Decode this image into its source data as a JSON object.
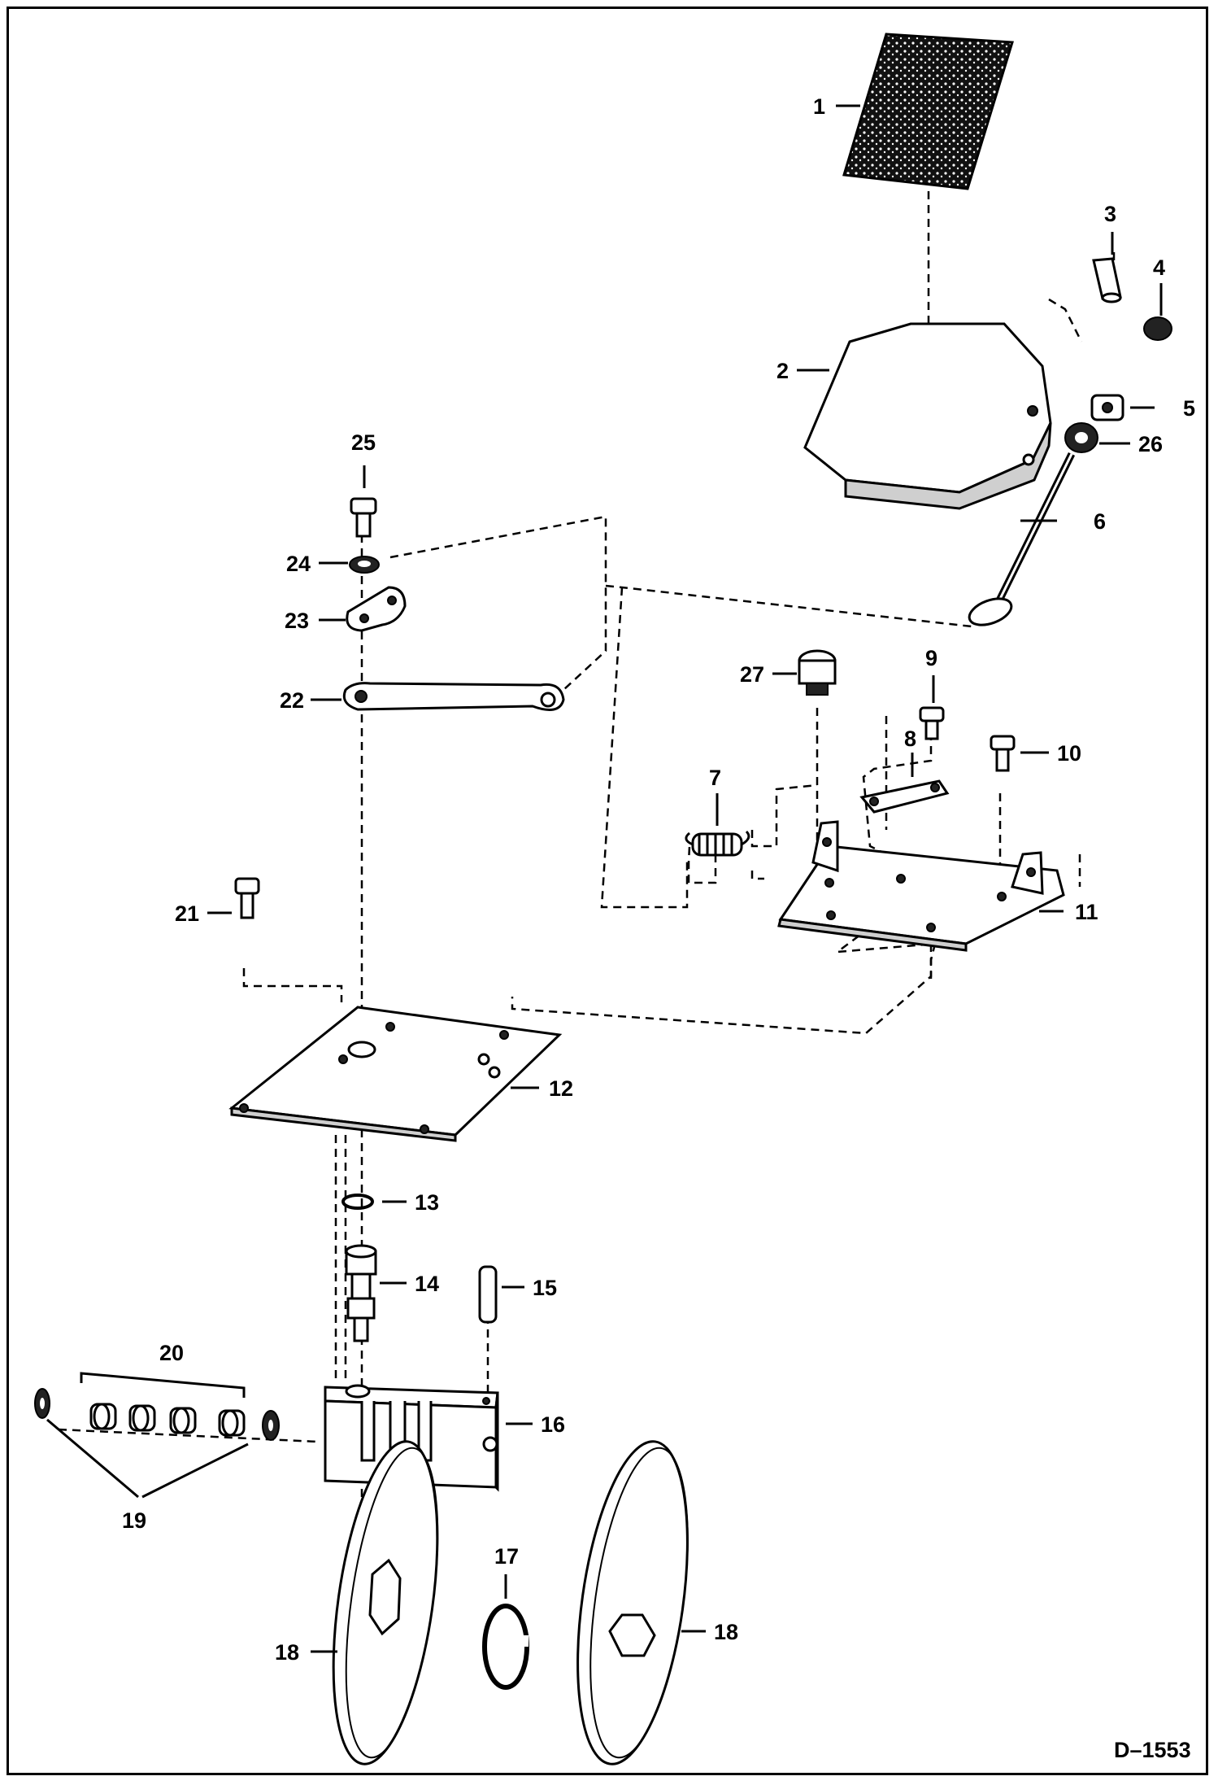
{
  "drawing_id": "D–1553",
  "callouts": [
    "1",
    "2",
    "3",
    "4",
    "5",
    "6",
    "7",
    "8",
    "9",
    "10",
    "11",
    "12",
    "13",
    "14",
    "15",
    "16",
    "17",
    "18",
    "18",
    "19",
    "20",
    "21",
    "22",
    "23",
    "24",
    "25",
    "26",
    "27"
  ],
  "colors": {
    "ink": "#000000",
    "paper": "#ffffff",
    "shade": "#cfcfcf"
  }
}
